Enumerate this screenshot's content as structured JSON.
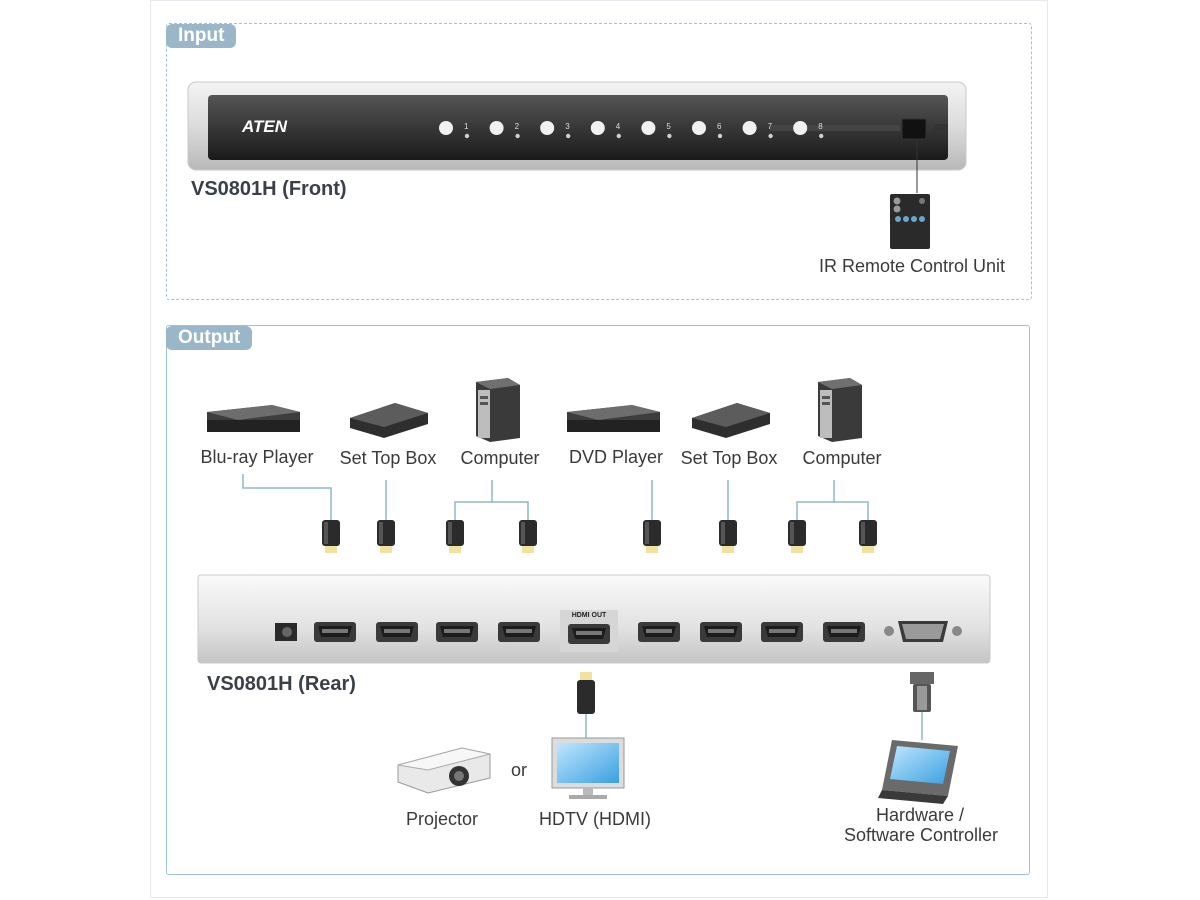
{
  "sections": {
    "input": {
      "tab_label": "Input",
      "front_label": "VS0801H (Front)",
      "brand": "ATEN",
      "port_numbers": [
        "1",
        "2",
        "3",
        "4",
        "5",
        "6",
        "7",
        "8"
      ],
      "remote_label": "IR Remote Control Unit"
    },
    "output": {
      "tab_label": "Output",
      "rear_label": "VS0801H (Rear)",
      "hdmi_out_label": "HDMI OUT",
      "sources": [
        {
          "label": "Blu-ray Player",
          "icon": "bluray-player-icon"
        },
        {
          "label": "Set Top Box",
          "icon": "set-top-box-icon"
        },
        {
          "label": "Computer",
          "icon": "computer-tower-icon"
        },
        {
          "label": "DVD Player",
          "icon": "dvd-player-icon"
        },
        {
          "label": "Set Top Box",
          "icon": "set-top-box-icon"
        },
        {
          "label": "Computer",
          "icon": "computer-tower-icon"
        }
      ],
      "displays": {
        "projector_label": "Projector",
        "or_label": "or",
        "hdtv_label": "HDTV (HDMI)"
      },
      "controller_label_line1": "Hardware /",
      "controller_label_line2": "Software Controller"
    }
  },
  "colors": {
    "tab_bg": "#9ab7c9",
    "panel_border": "#9cc3d6",
    "device_dark": "#2a2a2a",
    "device_silver": "#e4e4e4",
    "hdmi_tip": "#f2e2a0"
  }
}
